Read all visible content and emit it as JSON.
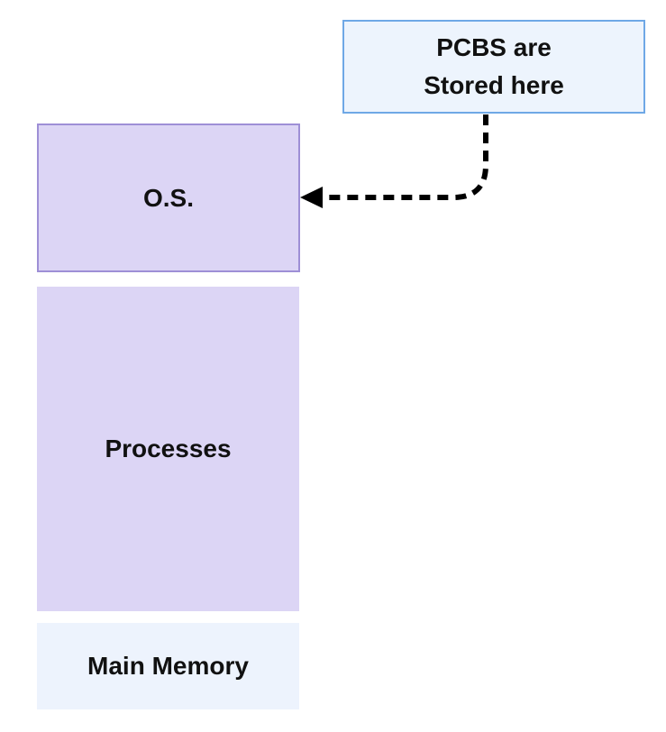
{
  "memory_layout": {
    "os_label": "O.S.",
    "processes_label": "Processes",
    "main_memory_label": "Main Memory"
  },
  "callout": {
    "line1": "PCBS are",
    "line2": "Stored here"
  },
  "colors": {
    "os_fill": "#dcd5f5",
    "os_border": "#9e8fd6",
    "processes_fill": "#dcd5f5",
    "main_memory_fill": "#edf3fd",
    "callout_fill": "#edf4fd",
    "callout_border": "#6fa8e6",
    "arrow": "#000000"
  }
}
